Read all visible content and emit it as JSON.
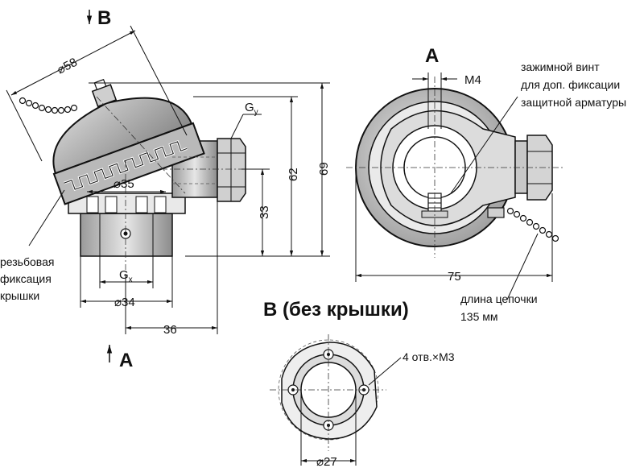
{
  "views": {
    "view_b_marker": "B",
    "view_a_marker": "A",
    "view_a_title": "A",
    "view_b_title": "B (без крышки)"
  },
  "dimensions": {
    "d58": "⌀58",
    "d35": "⌀35",
    "d34": "⌀34",
    "gx": "G",
    "gx_sub": "x",
    "gy": "G",
    "gy_sub": "y",
    "h33": "33",
    "h62": "62",
    "h69": "69",
    "w36": "36",
    "m4": "M4",
    "w75": "75",
    "d27": "⌀27"
  },
  "notes": {
    "thread_fix": [
      "резьбовая",
      "фиксация",
      "крышки"
    ],
    "clamp_screw": [
      "зажимной винт",
      "для доп. фиксации",
      "защитной арматуры"
    ],
    "chain_length": [
      "длина цепочки",
      "135 мм"
    ],
    "holes": "4 отв.×M3"
  }
}
